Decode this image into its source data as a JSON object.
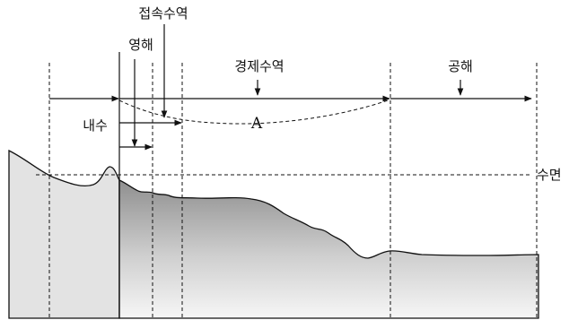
{
  "labels": {
    "contiguous_zone": "접속수역",
    "territorial_sea": "영해",
    "eez": "경제수역",
    "high_seas": "공해",
    "internal_waters": "내수",
    "sea_level": "수면",
    "point_a": "A"
  },
  "colors": {
    "line": "#111111",
    "land_gradient_top": "#8c8c8c",
    "land_gradient_bottom": "#f4f4f4",
    "land_light": "#e2e2e2"
  }
}
